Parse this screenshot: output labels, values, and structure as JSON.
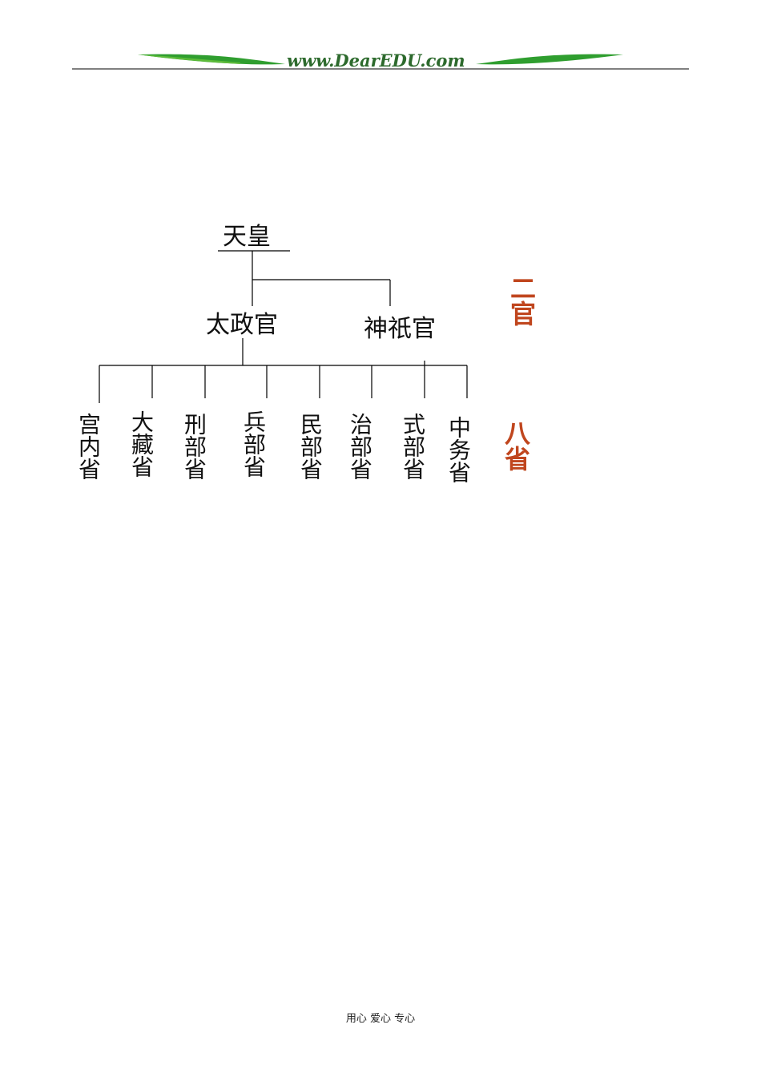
{
  "header": {
    "site_text": "www.DearEDU.com",
    "brand_color": "#2f9e2f"
  },
  "diagram": {
    "root": "天皇",
    "officials": [
      {
        "label": "太政官"
      },
      {
        "label": "神祇官"
      }
    ],
    "ministries": [
      {
        "label": "宫内省"
      },
      {
        "label": "大藏省"
      },
      {
        "label": "刑部省"
      },
      {
        "label": "兵部省"
      },
      {
        "label": "民部省"
      },
      {
        "label": "治部省"
      },
      {
        "label": "式部省"
      },
      {
        "label": "中务省"
      }
    ],
    "side_labels": {
      "two_officials": "二官",
      "eight_ministries": "八省",
      "accent_color": "#c0461e"
    }
  },
  "footer": {
    "text": "用心 爱心 专心"
  }
}
